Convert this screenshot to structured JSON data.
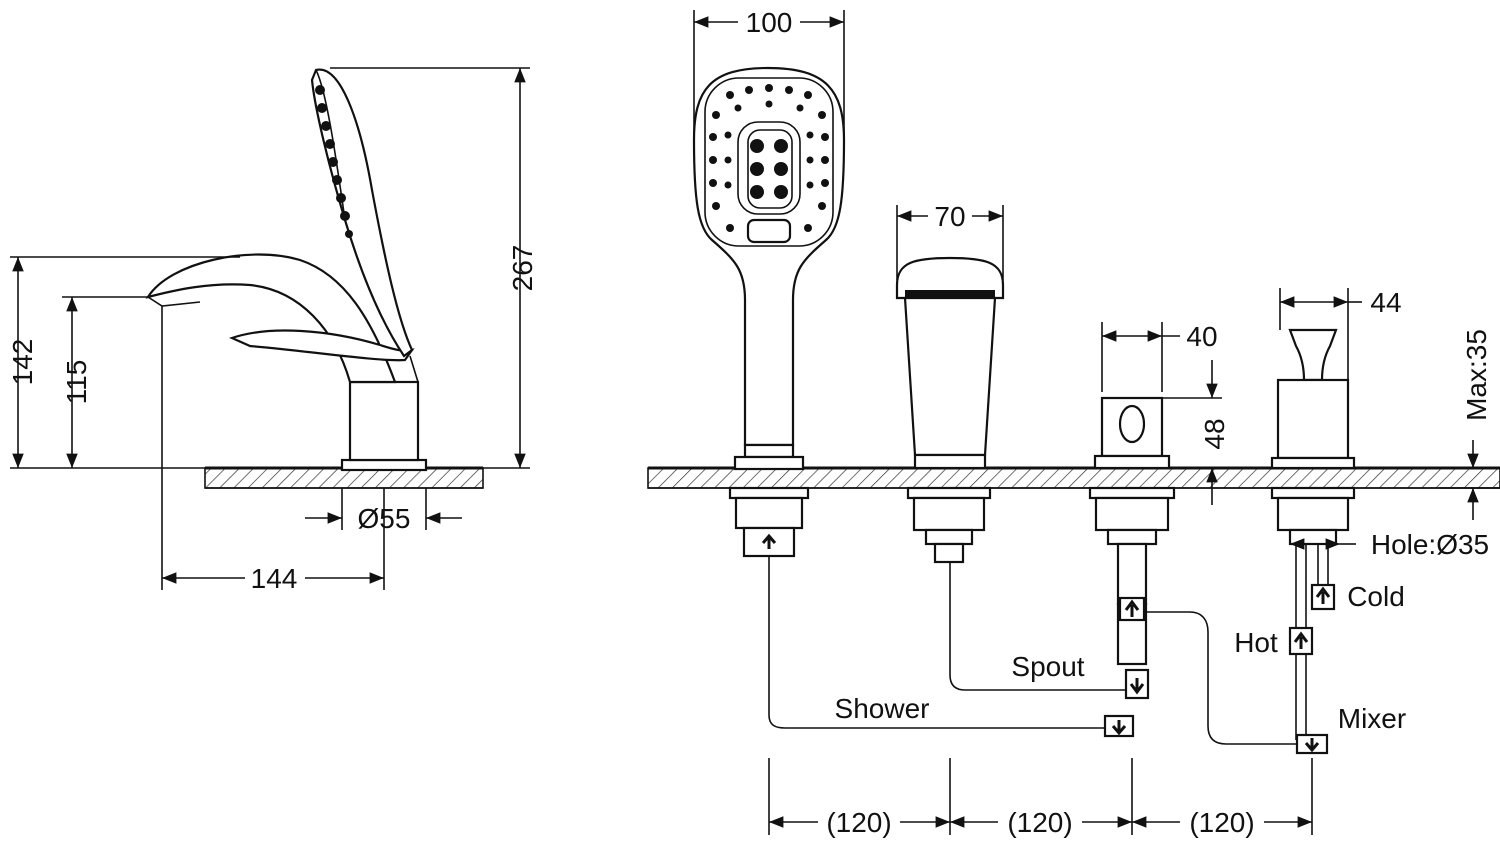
{
  "dimensions": {
    "side_height_total": "267",
    "side_height_spout": "142",
    "side_height_lever": "115",
    "side_base_diameter": "Ø55",
    "side_reach": "144",
    "handshower_width": "100",
    "spout_width": "70",
    "diverter_width": "40",
    "diverter_height": "48",
    "mixer_width": "44",
    "deck_thickness": "Max:35",
    "hole_diameter": "Hole:Ø35",
    "spacing_1": "(120)",
    "spacing_2": "(120)",
    "spacing_3": "(120)"
  },
  "labels": {
    "shower": "Shower",
    "spout": "Spout",
    "hot": "Hot",
    "cold": "Cold",
    "mixer": "Mixer"
  }
}
